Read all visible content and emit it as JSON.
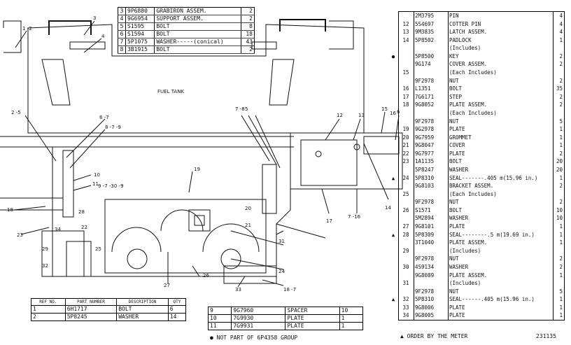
{
  "drawing_labels": {
    "fuel_tank": "FUEL TANK",
    "callouts": [
      "1 -2",
      "3",
      "4",
      "2 -5",
      "6 -7",
      "8 -7 -9",
      "10",
      "11",
      "9 -7 -30 -9",
      "19",
      "18",
      "28",
      "22",
      "23",
      "34",
      "29",
      "32",
      "25",
      "27",
      "26",
      "20",
      "21",
      "31",
      "33",
      "24",
      "18 -7",
      "7 -8",
      "5",
      "12",
      "13",
      "15",
      "16",
      "6",
      "17",
      "7 -16",
      "14"
    ]
  },
  "top_table": [
    {
      "ref": "3",
      "part": "9P6880",
      "desc": "GRABIRON ASSEM.",
      "qty": "2"
    },
    {
      "ref": "4",
      "part": "9G6954",
      "desc": "SUPPORT ASSEM.",
      "qty": "2"
    },
    {
      "ref": "5",
      "part": "S1595",
      "desc": "BOLT",
      "qty": "8"
    },
    {
      "ref": "6",
      "part": "S1594",
      "desc": "BOLT",
      "qty": "18"
    },
    {
      "ref": "7",
      "part": "5P1075",
      "desc": "WASHER-----(conical)",
      "qty": "43"
    },
    {
      "ref": "8",
      "part": "3B1915",
      "desc": "BOLT",
      "qty": "2"
    }
  ],
  "bottom_left_table": {
    "headers": [
      "REF NO.",
      "PART NUMBER",
      "DESCRIPTION",
      "QTY"
    ],
    "rows": [
      {
        "ref": "1",
        "part": "6H1717",
        "desc": "BOLT",
        "qty": "6"
      },
      {
        "ref": "2",
        "part": "5P8245",
        "desc": "WASHER",
        "qty": "14"
      }
    ]
  },
  "bottom_center_table": [
    {
      "ref": "9",
      "part": "9G7960",
      "desc": "SPACER",
      "qty": "10"
    },
    {
      "ref": "10",
      "part": "7G9930",
      "desc": "PLATE",
      "qty": "1"
    },
    {
      "ref": "11",
      "part": "7G9931",
      "desc": "PLATE",
      "qty": "1"
    }
  ],
  "notes": {
    "not_part_of": "● NOT PART OF 6P4358 GROUP",
    "order_by_meter": "▲ ORDER BY THE METER",
    "doc_number": "231135"
  },
  "right_list": [
    {
      "ref": "",
      "part": "2M3795",
      "desc": "PIN",
      "qty": "4"
    },
    {
      "ref": "12",
      "part": "5S4697",
      "desc": "COTTER PIN",
      "qty": "4"
    },
    {
      "ref": "13",
      "part": "9M3835",
      "desc": "LATCH ASSEM.",
      "qty": "4"
    },
    {
      "ref": "14",
      "part": "5P8502",
      "desc": "PADLOCK",
      "qty": "1"
    },
    {
      "ref": "",
      "part": "",
      "desc": "  (Includes)",
      "qty": ""
    },
    {
      "ref": "",
      "part": "5P8500",
      "desc": "    KEY",
      "qty": "2",
      "mark": "●"
    },
    {
      "ref": "",
      "part": "9G174",
      "desc": "COVER ASSEM.",
      "qty": "2"
    },
    {
      "ref": "15",
      "part": "",
      "desc": "  (Each Includes)",
      "qty": ""
    },
    {
      "ref": "",
      "part": "9F2978",
      "desc": "    NUT",
      "qty": "2"
    },
    {
      "ref": "16",
      "part": "L1351",
      "desc": "BOLT",
      "qty": "35"
    },
    {
      "ref": "17",
      "part": "7G6171",
      "desc": "STEP",
      "qty": "2"
    },
    {
      "ref": "18",
      "part": "9G8052",
      "desc": "PLATE ASSEM.",
      "qty": "2"
    },
    {
      "ref": "",
      "part": "",
      "desc": "  (Each Includes)",
      "qty": ""
    },
    {
      "ref": "",
      "part": "9F2978",
      "desc": "    NUT",
      "qty": "5"
    },
    {
      "ref": "19",
      "part": "9G2978",
      "desc": "PLATE",
      "qty": "1"
    },
    {
      "ref": "20",
      "part": "9G7959",
      "desc": "GROMMET",
      "qty": "1"
    },
    {
      "ref": "21",
      "part": "9G8047",
      "desc": "COVER",
      "qty": "1"
    },
    {
      "ref": "22",
      "part": "9G7977",
      "desc": "PLATE",
      "qty": "2"
    },
    {
      "ref": "23",
      "part": "1A1135",
      "desc": "BOLT",
      "qty": "20"
    },
    {
      "ref": "",
      "part": "5P8247",
      "desc": "WASHER",
      "qty": "20"
    },
    {
      "ref": "24",
      "part": "5P8310",
      "desc": "SEAL-------.405 m(15.96 in.)",
      "qty": "1",
      "mark": "▲"
    },
    {
      "ref": "",
      "part": "9G8103",
      "desc": "BRACKET ASSEM.",
      "qty": "2"
    },
    {
      "ref": "25",
      "part": "",
      "desc": "  (Each Includes)",
      "qty": ""
    },
    {
      "ref": "",
      "part": "9F2978",
      "desc": "    NUT",
      "qty": "2"
    },
    {
      "ref": "26",
      "part": "S1571",
      "desc": "BOLT",
      "qty": "10"
    },
    {
      "ref": "",
      "part": "5M2894",
      "desc": "WASHER",
      "qty": "10"
    },
    {
      "ref": "27",
      "part": "9G8101",
      "desc": "PLATE",
      "qty": "1"
    },
    {
      "ref": "28",
      "part": "5P8309",
      "desc": "SEAL--------.5 m(19.69 in.)",
      "qty": "1",
      "mark": "▲"
    },
    {
      "ref": "",
      "part": "3T1040",
      "desc": "PLATE ASSEM.",
      "qty": "1"
    },
    {
      "ref": "29",
      "part": "",
      "desc": "  (Includes)",
      "qty": ""
    },
    {
      "ref": "",
      "part": "9F2978",
      "desc": "    NUT",
      "qty": "2"
    },
    {
      "ref": "30",
      "part": "4S9134",
      "desc": "WASHER",
      "qty": "2"
    },
    {
      "ref": "",
      "part": "9G8089",
      "desc": "PLATE ASSEM.",
      "qty": "1"
    },
    {
      "ref": "31",
      "part": "",
      "desc": "  (Includes)",
      "qty": ""
    },
    {
      "ref": "",
      "part": "9F2978",
      "desc": "    NUT",
      "qty": "5"
    },
    {
      "ref": "32",
      "part": "5P8310",
      "desc": "SEAL------.405 m(15.96 in.)",
      "qty": "1",
      "mark": "▲"
    },
    {
      "ref": "33",
      "part": "9G8006",
      "desc": "PLATE",
      "qty": "1"
    },
    {
      "ref": "34",
      "part": "9G8005",
      "desc": "PLATE",
      "qty": "1"
    }
  ]
}
